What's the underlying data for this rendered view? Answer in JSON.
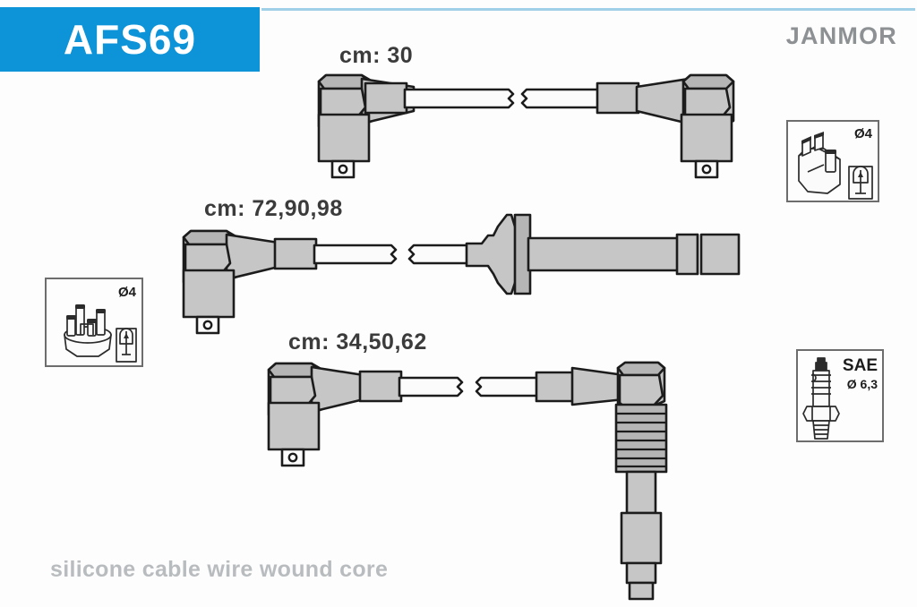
{
  "header": {
    "part_number": "AFS69",
    "brand": "JANMOR",
    "accent_color": "#0d93d8",
    "rule_color": "#9fd0e8"
  },
  "footer": {
    "description": "silicone cable wire wound core",
    "color": "#b9bcbf"
  },
  "cables": [
    {
      "id": "cable-top",
      "length_label": "cm: 30",
      "left_end": "right-angle-boot",
      "right_end": "right-angle-boot"
    },
    {
      "id": "cable-middle",
      "length_label": "cm: 72,90,98",
      "left_end": "right-angle-boot",
      "right_end": "straight-boot-with-flange"
    },
    {
      "id": "cable-bottom",
      "length_label": "cm: 34,50,62",
      "left_end": "right-angle-boot",
      "right_end": "elbow-ribbed-long-boot"
    }
  ],
  "insets": [
    {
      "id": "inset-distributor-left",
      "icon": "distributor-cap-icon",
      "label": "Ø4"
    },
    {
      "id": "inset-distributor-top-right",
      "icon": "distributor-cap-icon",
      "label": "Ø4"
    },
    {
      "id": "inset-sparkplug-sae",
      "icon": "spark-plug-icon",
      "label_primary": "SAE",
      "label_secondary": "Ø 6,3"
    }
  ],
  "colors": {
    "part_fill": "#c6c6c6",
    "outline": "#1c1c1c",
    "background": "#fdfdfd"
  }
}
